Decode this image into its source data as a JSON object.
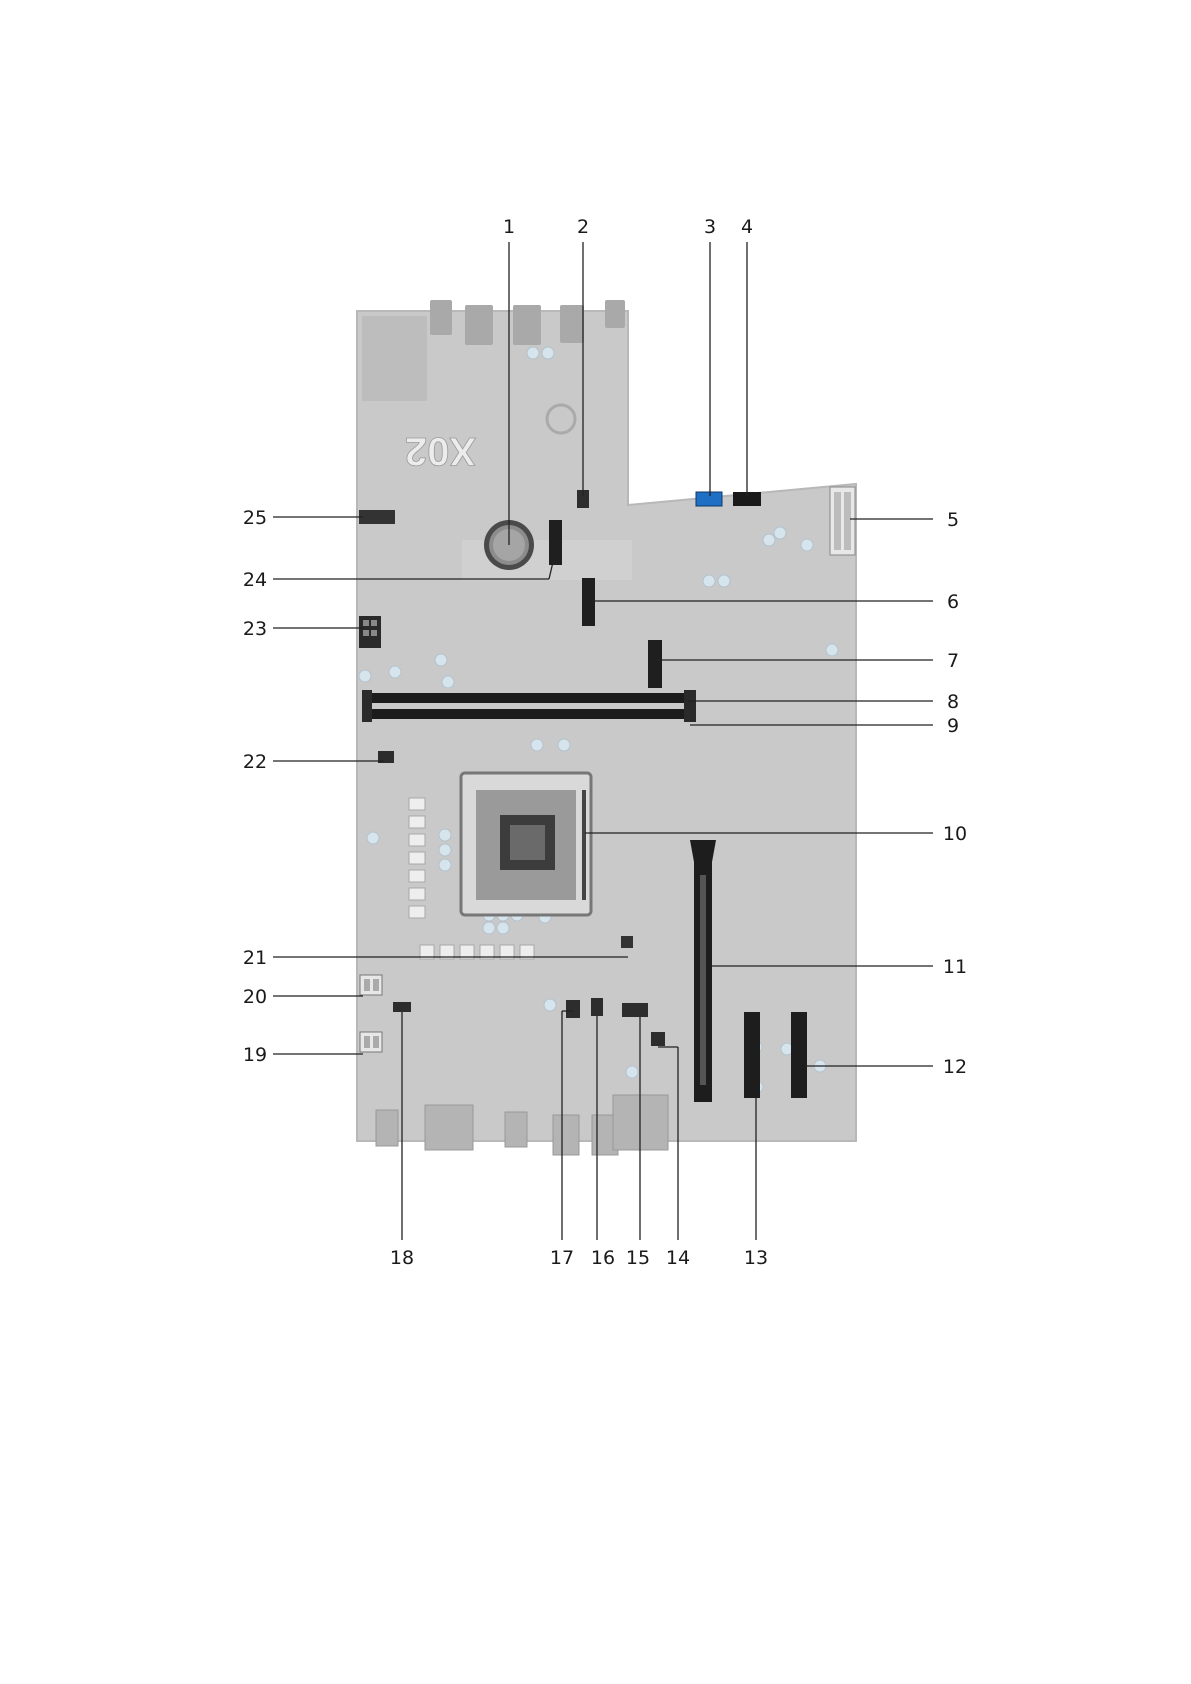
{
  "diagram": {
    "board_marking": "X02",
    "callouts": [
      "1",
      "2",
      "3",
      "4",
      "5",
      "6",
      "7",
      "8",
      "9",
      "10",
      "11",
      "12",
      "13",
      "14",
      "15",
      "16",
      "17",
      "18",
      "19",
      "20",
      "21",
      "22",
      "23",
      "24",
      "25"
    ]
  },
  "colors": {
    "board": "#c9c9c9",
    "board_edge": "#b9b9b9",
    "slot_dark": "#1f1f1f",
    "sata_blue": "#1f6fc4",
    "capacitor": "#d2e3ef",
    "leader": "#222222"
  }
}
